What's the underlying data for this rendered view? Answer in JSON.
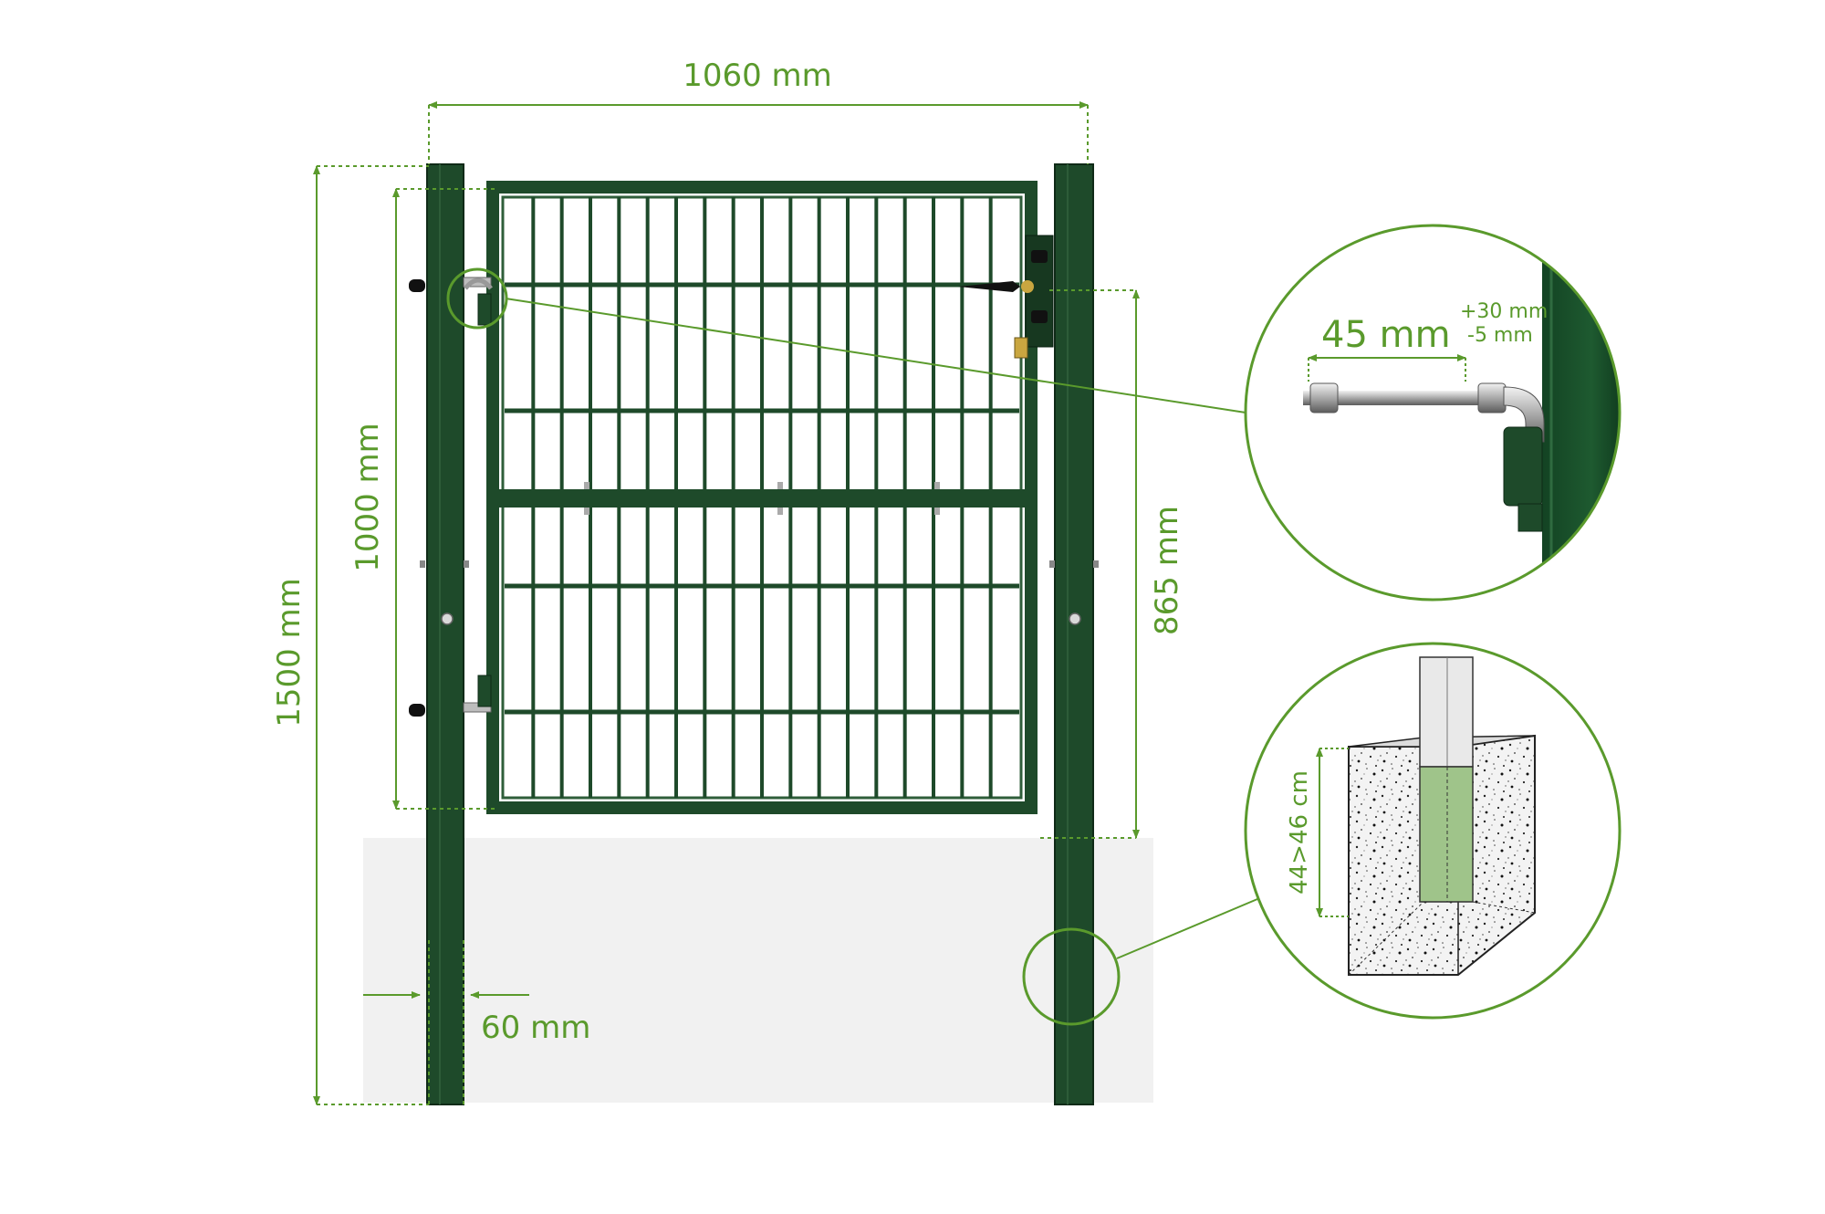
{
  "dimensions": {
    "gate_total_width": "1060 mm",
    "total_height": "1500 mm",
    "gate_leaf_height": "1000 mm",
    "hinge_to_ground_height": "865 mm",
    "post_width": "60 mm"
  },
  "hinge_detail": {
    "bolt_length": "45 mm",
    "adjust_plus": "+30 mm",
    "adjust_minus": "-5 mm"
  },
  "foundation_detail": {
    "embed_depth": "44>46 cm"
  },
  "colors": {
    "accent": "#5a9a2c",
    "gate_green": "#1e4a2a",
    "gate_dark": "#163a20",
    "ground": "#f1f1f1",
    "concrete": "#efefef",
    "post_highlight": "#9fc48a"
  }
}
